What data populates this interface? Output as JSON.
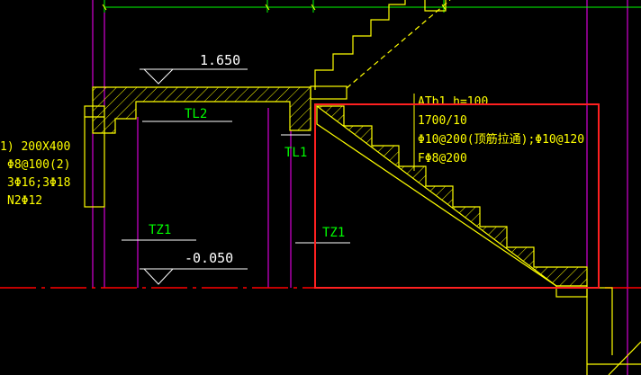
{
  "annotations": {
    "top_elevation": "1.650",
    "bottom_elevation": "-0.050",
    "beam_left": "TL2",
    "beam_right": "TL1",
    "column_left": "TZ1",
    "column_right": "TZ1",
    "column_spec": {
      "size": "1) 200X400",
      "stirrup": "Φ8@100(2)",
      "main_bars": "3Φ16;3Φ18",
      "side_bars": "N2Φ12"
    },
    "stair_spec": {
      "line1": "ATb1 h=100",
      "line2": "1700/10",
      "line3": "Φ10@200(顶筋拉通);Φ10@120",
      "line4": "FΦ8@200"
    }
  },
  "colors": {
    "background": "#000000",
    "structure": "#ffff00",
    "grid": "#ff00ff",
    "axis": "#ff0000",
    "dimension": "#00ff00",
    "highlight": "#ff2020",
    "text": "#ffffff",
    "tag_text": "#00ff00",
    "spec_text": "#ffff00"
  }
}
